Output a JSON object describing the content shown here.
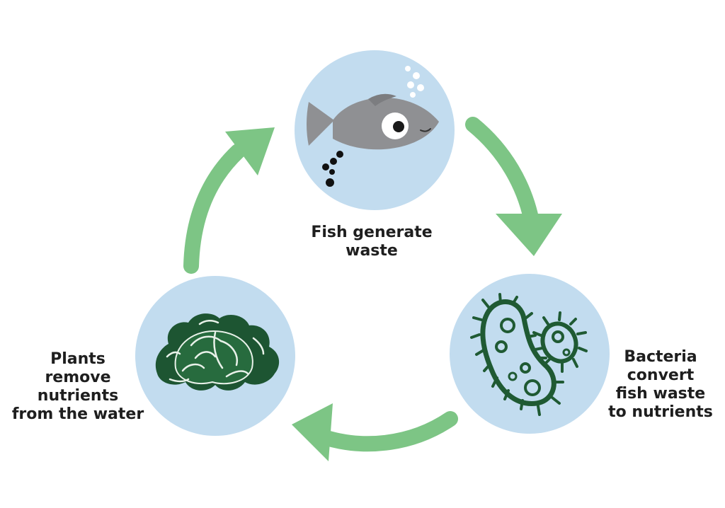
{
  "diagram": {
    "steps": [
      {
        "id": "fish",
        "lines": [
          "Fish generate",
          "waste"
        ],
        "icon": "fish-icon"
      },
      {
        "id": "bacteria",
        "lines": [
          "Bacteria",
          "convert",
          "fish waste",
          "to nutrients"
        ],
        "icon": "bacteria-icon"
      },
      {
        "id": "plants",
        "lines": [
          "Plants",
          "remove",
          "nutrients",
          "from the water"
        ],
        "icon": "lettuce-icon"
      }
    ],
    "colors": {
      "circle": "#c2dcef",
      "arrow": "#7dc585",
      "fish": "#8f9093",
      "bacteria": "#1f5a33",
      "plant": "#1d5532",
      "text": "#1e1e1e"
    }
  }
}
